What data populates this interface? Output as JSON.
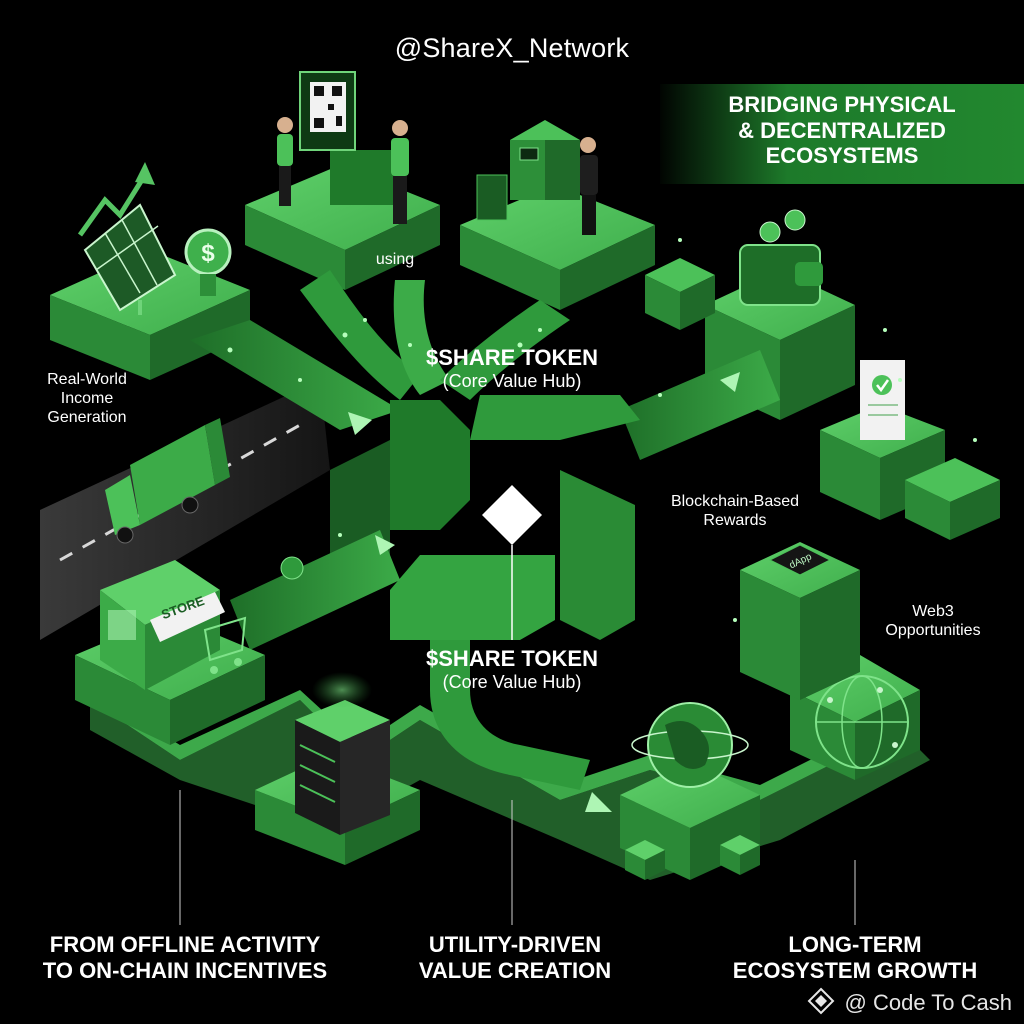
{
  "header": {
    "handle": "@ShareX_Network"
  },
  "banner": {
    "line1": "BRIDGING PHYSICAL",
    "line2": "& DECENTRALIZED",
    "line3": "ECOSYSTEMS"
  },
  "hub_top": {
    "title": "$SHARE TOKEN",
    "subtitle": "(Core Value Hub)"
  },
  "hub_center": {
    "title": "$SHARE TOKEN",
    "subtitle": "(Core Value Hub)"
  },
  "labels": {
    "using": "using",
    "income_line1": "Real-World",
    "income_line2": "Income",
    "income_line3": "Generation",
    "rewards_line1": "Blockchain-Based",
    "rewards_line2": "Rewards",
    "web3_line1": "Web3",
    "web3_line2": "Opportunities",
    "store_sign": "STORE",
    "dapp_label": "dApp"
  },
  "bottom": {
    "left_line1": "FROM OFFLINE ACTIVITY",
    "left_line2": "TO ON-CHAIN INCENTIVES",
    "mid_line1": "UTILITY-DRIVEN",
    "mid_line2": "VALUE CREATION",
    "right_line1": "LONG-TERM",
    "right_line2": "ECOSYSTEM GROWTH"
  },
  "watermark": {
    "text": "@ Code To Cash"
  },
  "colors": {
    "background": "#000000",
    "green_light": "#4cc159",
    "green_mid": "#2f9a3c",
    "green_dark": "#1a5c23",
    "road": "#2a2a2a",
    "text": "#ffffff"
  },
  "icons": [
    "solar-panel-icon",
    "dollar-coin-icon",
    "qr-code-icon",
    "computer-terminal-icon",
    "wallet-icon",
    "receipt-check-icon",
    "delivery-truck-icon",
    "store-icon",
    "shopping-cart-icon",
    "server-rack-icon",
    "globe-icon",
    "network-globe-icon",
    "dapp-chip-icon",
    "hub-diamond-icon",
    "growth-arrow-icon"
  ]
}
